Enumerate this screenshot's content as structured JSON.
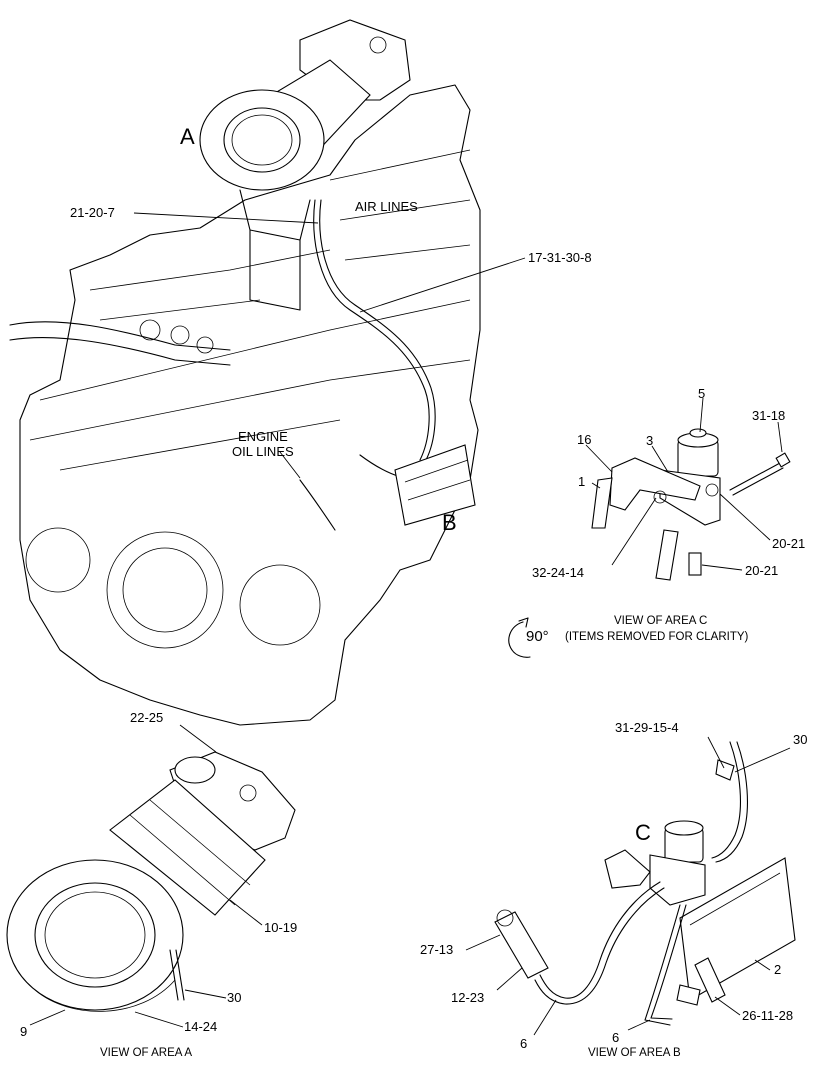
{
  "callouts": {
    "area_a_letter": "A",
    "part_21_20_7": "21-20-7",
    "air_lines": "AIR LINES",
    "part_17_31_30_8": "17-31-30-8",
    "engine": "ENGINE",
    "oil_lines": "OIL LINES",
    "area_b_letter": "B",
    "c_5": "5",
    "c_31_18": "31-18",
    "c_16": "16",
    "c_3": "3",
    "c_1": "1",
    "c_20_21_a": "20-21",
    "c_32_24_14": "32-24-14",
    "c_20_21_b": "20-21",
    "view_area_c": "VIEW OF AREA  C",
    "rotate_90": "90°",
    "items_removed": "(ITEMS REMOVED FOR CLARITY)",
    "a_22_25": "22-25",
    "a_10_19": "10-19",
    "a_30": "30",
    "a_9": "9",
    "a_14_24": "14-24",
    "view_area_a": "VIEW OF AREA  A",
    "b_31_29_15_4": "31-29-15-4",
    "b_30": "30",
    "area_c_letter": "C",
    "b_27_13": "27-13",
    "b_12_23": "12-23",
    "b_2": "2",
    "b_6_a": "6",
    "b_6_b": "6",
    "b_26_11_28": "26-11-28",
    "view_area_b": "VIEW OF AREA  B"
  },
  "icons": {
    "rotation": "rotate-arrow-icon"
  }
}
